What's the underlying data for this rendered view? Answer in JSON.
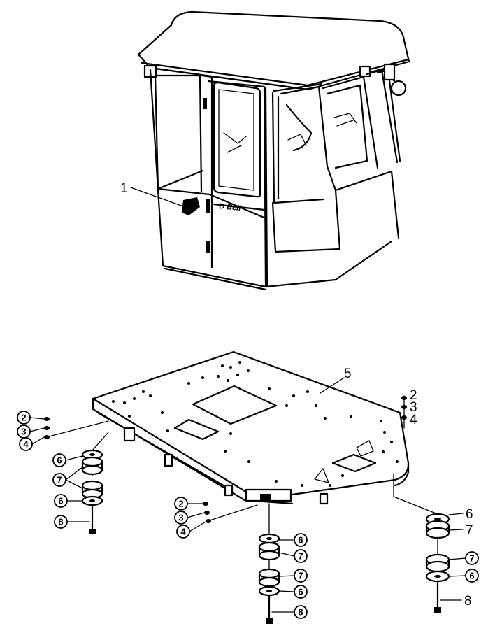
{
  "callouts": {
    "cab": "1",
    "plate": "5",
    "right_top": [
      "2",
      "3",
      "4"
    ],
    "left_top": [
      "2",
      "3",
      "4"
    ],
    "left_stack": [
      "6",
      "7",
      "6",
      "8"
    ],
    "mid_top": [
      "2",
      "3",
      "4"
    ],
    "mid_stack": [
      "6",
      "7",
      "7",
      "6",
      "8"
    ],
    "right_stack": [
      "6",
      "7",
      "7",
      "6",
      "8"
    ]
  },
  "cab_logo": "D Bell"
}
